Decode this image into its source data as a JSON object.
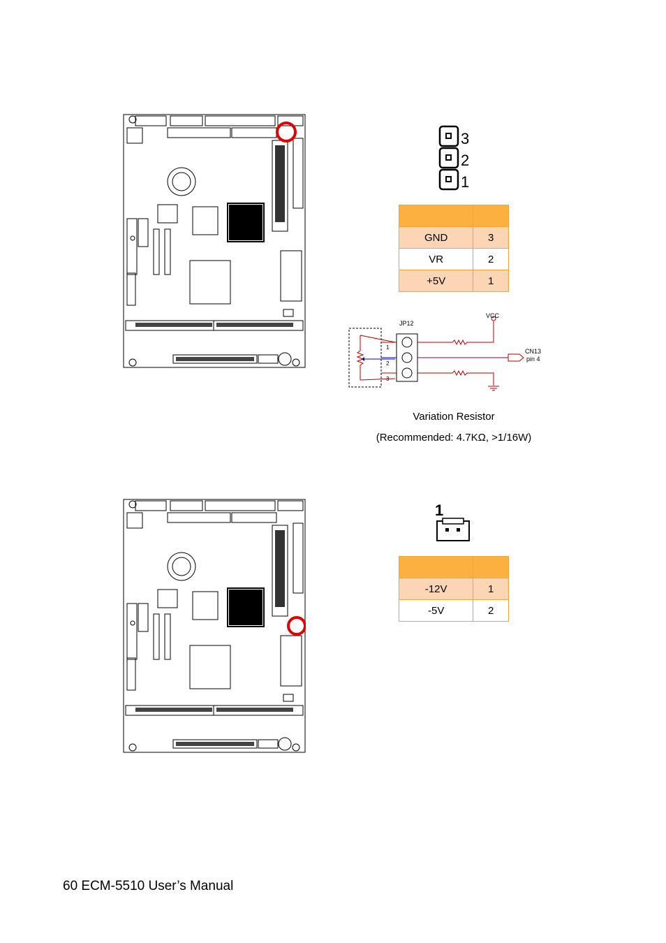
{
  "jp12": {
    "pin_labels": [
      "3",
      "2",
      "1"
    ],
    "table": {
      "header": [
        "",
        ""
      ],
      "rows": [
        {
          "signal": "GND",
          "pin": "3"
        },
        {
          "signal": "VR",
          "pin": "2"
        },
        {
          "signal": "+5V",
          "pin": "1"
        }
      ]
    },
    "schematic": {
      "ref": "JP12",
      "vcc": "VCC",
      "cn13": "CN13",
      "cn13_pin": "pin 4",
      "pin1": "1",
      "pin2": "2",
      "pin3": "3"
    },
    "caption_line1": "Variation Resistor",
    "caption_line2": "(Recommended: 4.7KΩ, >1/16W)"
  },
  "cn_power": {
    "pin_label": "1",
    "table": {
      "header": [
        "",
        ""
      ],
      "rows": [
        {
          "signal": "-12V",
          "pin": "1"
        },
        {
          "signal": "-5V",
          "pin": "2"
        }
      ]
    }
  },
  "footer": {
    "text": "60 ECM-5510 User’s Manual"
  },
  "colors": {
    "highlight_circle": "#e00000",
    "table_header": "#fbb040",
    "table_shade": "#fcd5b4",
    "table_border": "#f4a23a"
  }
}
